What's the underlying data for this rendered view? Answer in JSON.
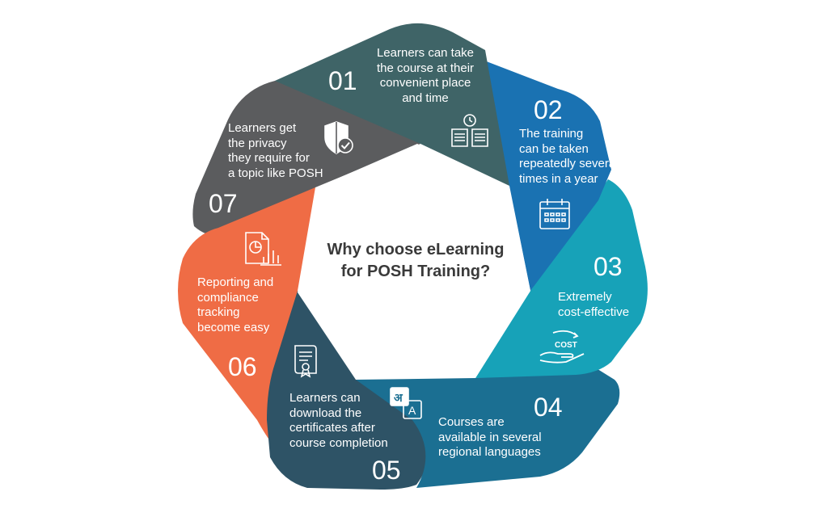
{
  "center": {
    "title_line1": "Why choose eLearning",
    "title_line2": "for POSH Training?"
  },
  "segments": [
    {
      "number": "01",
      "text": "Learners can take\nthe course at their\nconvenient place\nand time",
      "color": "#3f6467",
      "icon": "clock-booklet-icon"
    },
    {
      "number": "02",
      "text": "The training\ncan be taken\nrepeatedly several\ntimes in a year",
      "color": "#1a72b2",
      "icon": "calendar-icon"
    },
    {
      "number": "03",
      "text": "Extremely\ncost-effective",
      "color": "#17a2b8",
      "icon": "cost-hand-icon",
      "icon_label": "COST"
    },
    {
      "number": "04",
      "text": "Courses are\navailable in several\nregional languages",
      "color": "#1b6f92",
      "icon": "language-translate-icon",
      "icon_label_1": "अ",
      "icon_label_2": "A"
    },
    {
      "number": "05",
      "text": "Learners can\ndownload the\ncertificates after\ncourse completion",
      "color": "#2e5366",
      "icon": "certificate-icon"
    },
    {
      "number": "06",
      "text": "Reporting and\ncompliance\ntracking\nbecome easy",
      "color": "#ef6c45",
      "icon": "report-chart-icon"
    },
    {
      "number": "07",
      "text": "Learners get\nthe privacy\nthey require for\na topic like POSH",
      "color": "#5b5c5e",
      "icon": "shield-check-icon"
    }
  ]
}
